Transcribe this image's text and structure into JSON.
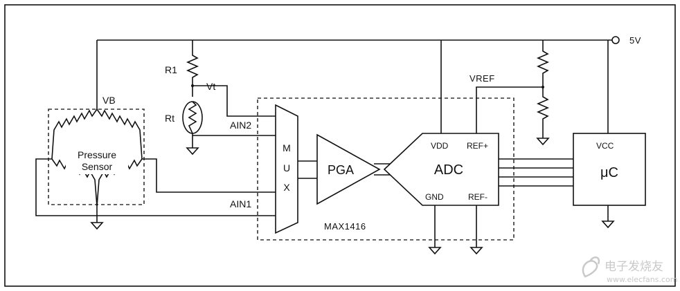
{
  "labels": {
    "supply": "5V",
    "vb": "VB",
    "r1": "R1",
    "vt": "Vt",
    "rt": "Rt",
    "ain2": "AIN2",
    "ain1": "AIN1",
    "sensor_line1": "Pressure",
    "sensor_line2": "Sensor",
    "mux_m": "M",
    "mux_u": "U",
    "mux_x": "X",
    "pga": "PGA",
    "adc": "ADC",
    "vdd": "VDD",
    "ref_plus": "REF+",
    "gnd": "GND",
    "ref_minus": "REF-",
    "vref": "VREF",
    "vcc": "VCC",
    "uc": "μC",
    "chip": "MAX1416"
  },
  "watermark": {
    "text_cn": "电子发烧友",
    "url": "www.elecfans.com"
  },
  "icons": [
    "resistor-icon",
    "thermistor-icon",
    "ground-icon",
    "supply-terminal-icon",
    "wheatstone-bridge-icon",
    "logo-icon"
  ]
}
